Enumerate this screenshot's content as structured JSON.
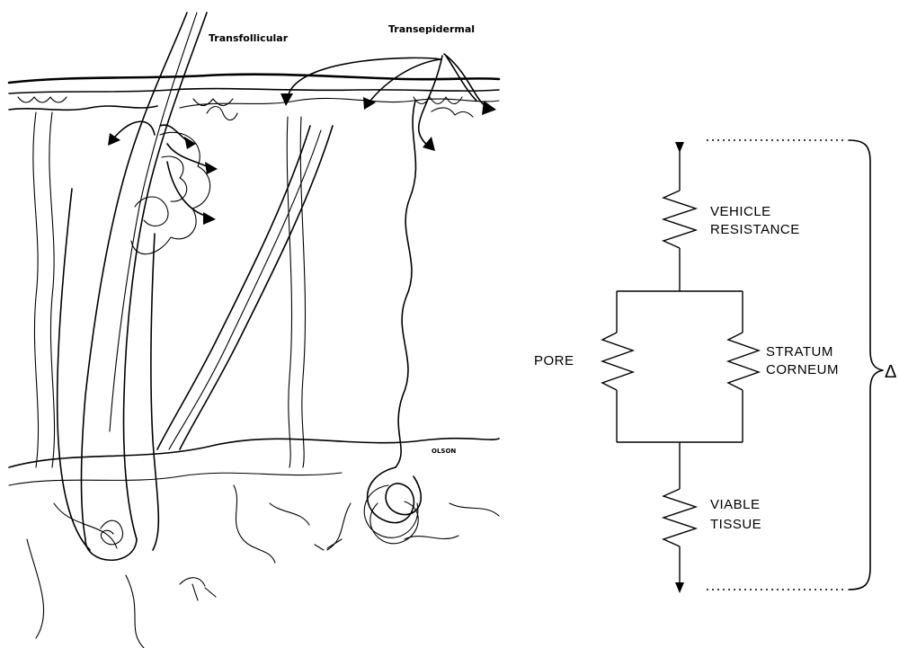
{
  "skin_section": {
    "labels": {
      "transfollicular": "Transfollicular",
      "transepidermal": "Transepidermal",
      "artist_signature": "OLSON"
    },
    "icons": [
      "arrowhead-icon"
    ]
  },
  "circuit": {
    "labels": {
      "vehicle_line1": "VEHICLE",
      "vehicle_line2": "RESISTANCE",
      "pore": "PORE",
      "stratum_line1": "STRATUM",
      "stratum_line2": "CORNEUM",
      "viable_line1": "VIABLE",
      "viable_line2": "TISSUE",
      "delta": "Δ"
    }
  }
}
